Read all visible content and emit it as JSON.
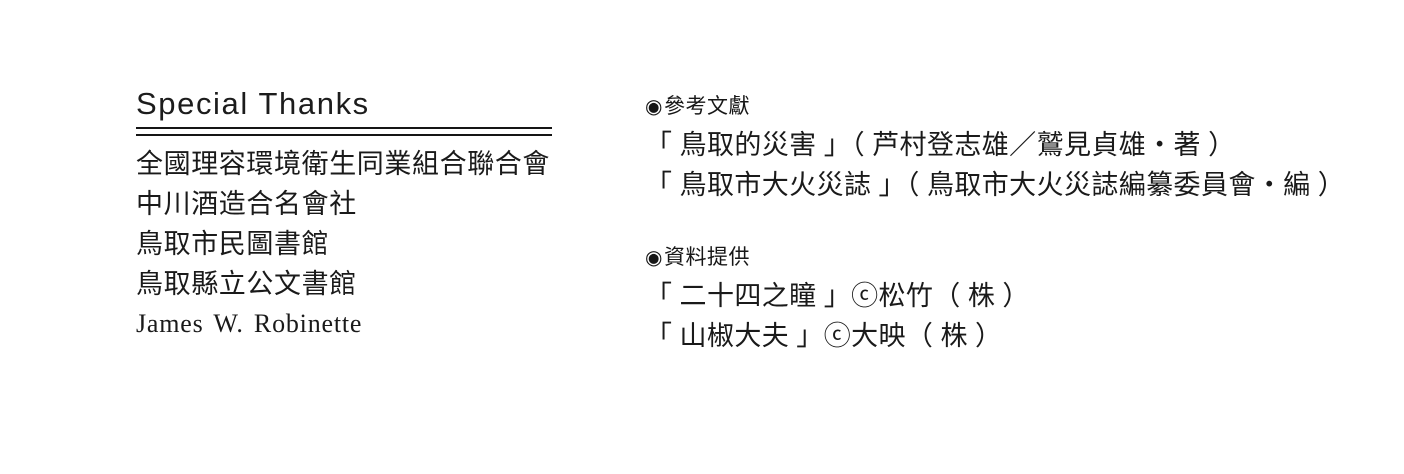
{
  "left_column": {
    "heading": "Special Thanks",
    "divider_count": 2,
    "entries": [
      {
        "text": "全國理容環境衛生同業組合聯合會",
        "script": "cjk"
      },
      {
        "text": "中川酒造合名會社",
        "script": "cjk"
      },
      {
        "text": "鳥取市民圖書館",
        "script": "cjk"
      },
      {
        "text": "鳥取縣立公文書館",
        "script": "cjk"
      },
      {
        "text": "James W. Robinette",
        "script": "roman"
      }
    ]
  },
  "right_column": {
    "sections": [
      {
        "bullet": "◉",
        "bullet_icon_name": "filled-circle-bullet-icon",
        "title": "參考文獻",
        "lines": [
          "「 鳥取的災害 」（ 芦村登志雄／鷲見貞雄・著 ）",
          "「 鳥取市大火災誌 」（ 鳥取市大火災誌編纂委員會・編 ）"
        ]
      },
      {
        "bullet": "◉",
        "bullet_icon_name": "filled-circle-bullet-icon",
        "title": "資料提供",
        "lines": [
          "「 二十四之瞳 」ⓒ松竹（ 株 ）",
          "「 山椒大夫 」ⓒ大映（ 株 ）"
        ]
      }
    ]
  },
  "colors": {
    "background": "#ffffff",
    "text": "#1a1a1a",
    "rule": "#151515"
  }
}
